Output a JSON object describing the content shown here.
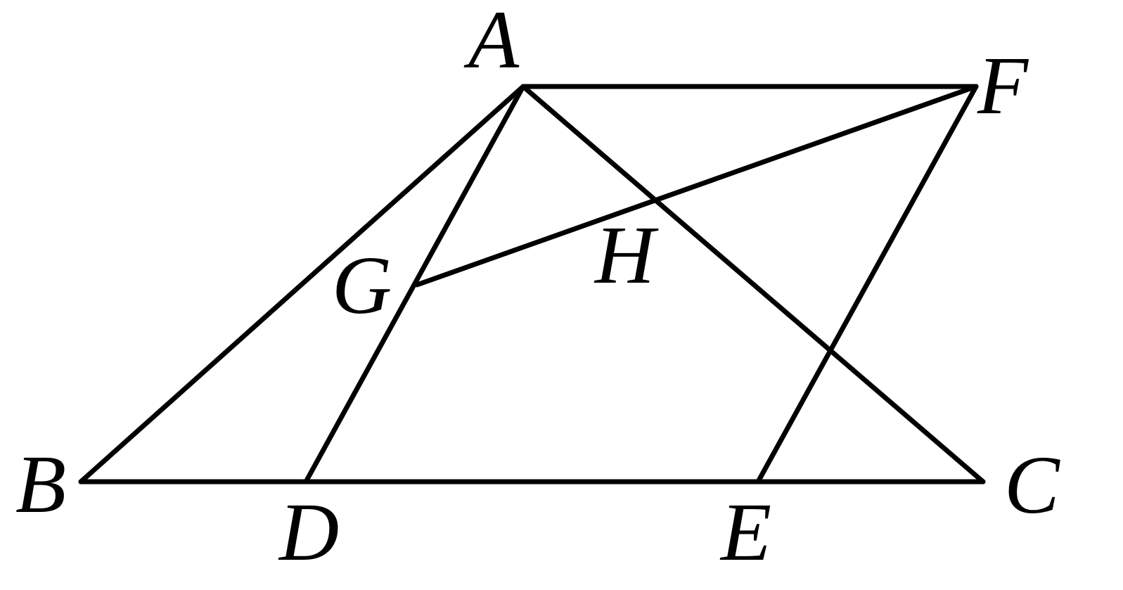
{
  "figure": {
    "points": {
      "A": "A",
      "B": "B",
      "C": "C",
      "D": "D",
      "E": "E",
      "F": "F",
      "G": "G",
      "H": "H"
    },
    "segments": [
      [
        "A",
        "F"
      ],
      [
        "A",
        "B"
      ],
      [
        "A",
        "C"
      ],
      [
        "A",
        "D"
      ],
      [
        "B",
        "C"
      ],
      [
        "F",
        "E"
      ],
      [
        "F",
        "G"
      ]
    ],
    "line_color": "#000000",
    "background": "#ffffff"
  }
}
